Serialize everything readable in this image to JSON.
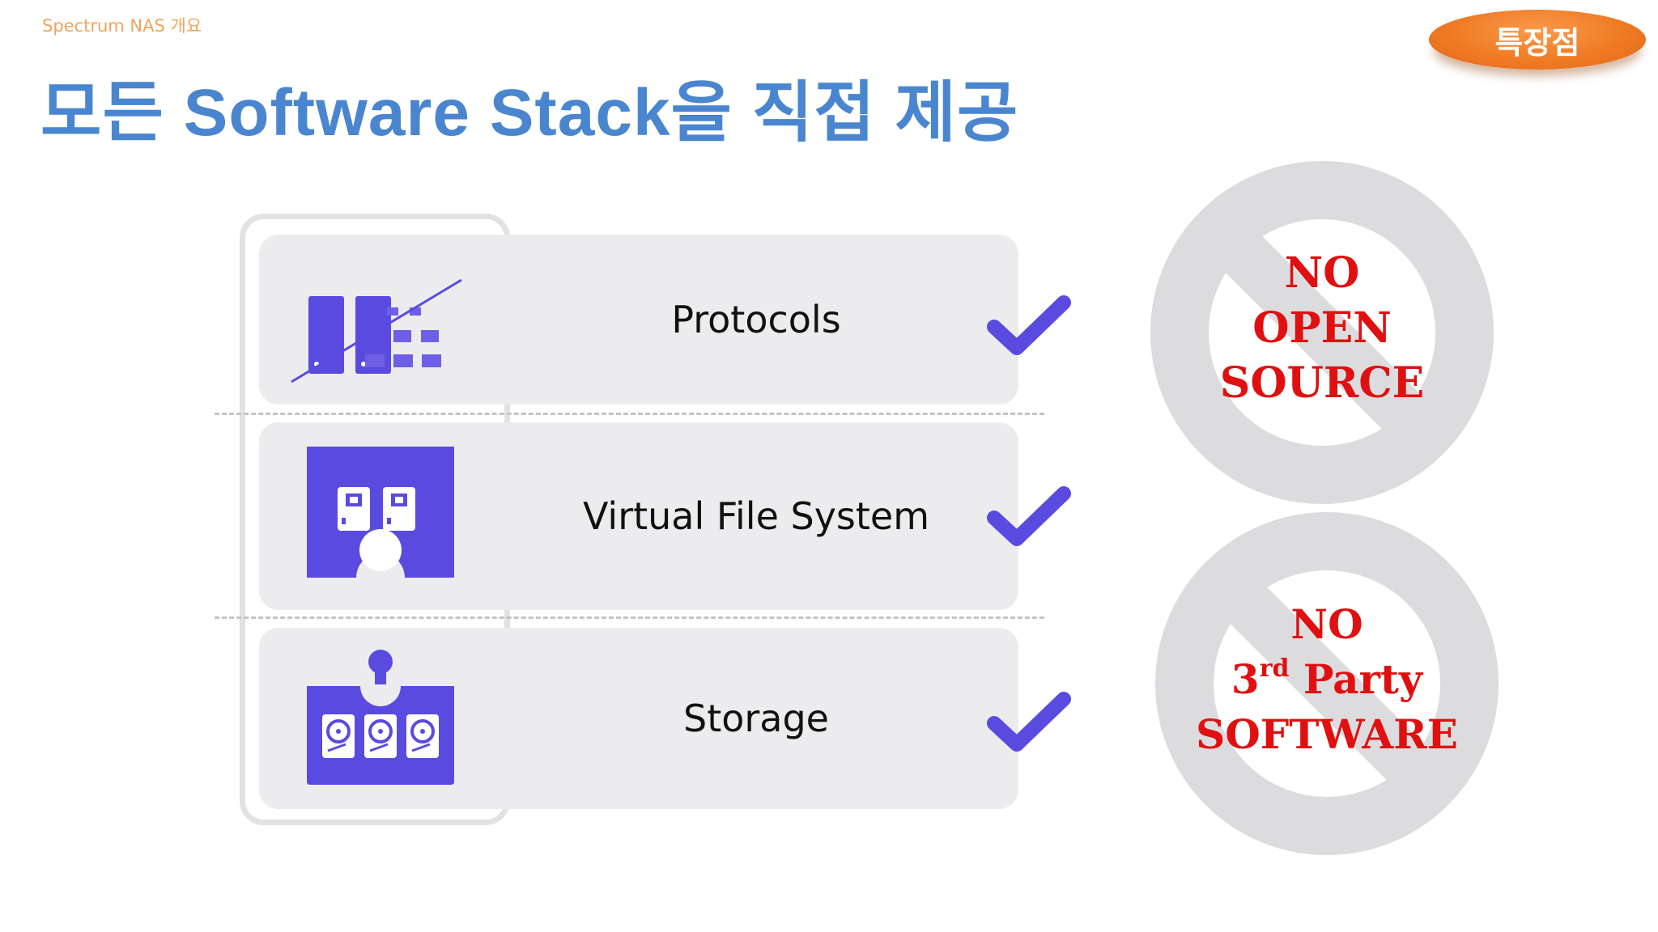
{
  "header": {
    "breadcrumb": "Spectrum NAS 개요",
    "title": "모든 Software Stack을 직접 제공",
    "badge": "특장점"
  },
  "stack": {
    "layers": [
      {
        "label": "Protocols",
        "icon": "protocol-devices-icon",
        "checked": true
      },
      {
        "label": "Virtual File System",
        "icon": "virtual-file-system-icon",
        "checked": true
      },
      {
        "label": "Storage",
        "icon": "storage-drives-icon",
        "checked": true
      }
    ]
  },
  "badges": {
    "no_open_source": {
      "line1": "NO",
      "line2": "OPEN",
      "line3": "SOURCE"
    },
    "no_third_party": {
      "line1": "NO",
      "line2_num": "3",
      "line2_sup": "rd",
      "line2_rest": " Party",
      "line3": "SOFTWARE"
    }
  },
  "colors": {
    "title": "#4a86cf",
    "accent_purple": "#5a4be0",
    "badge_orange": "#f07b24",
    "no_text_red": "#e01010"
  }
}
